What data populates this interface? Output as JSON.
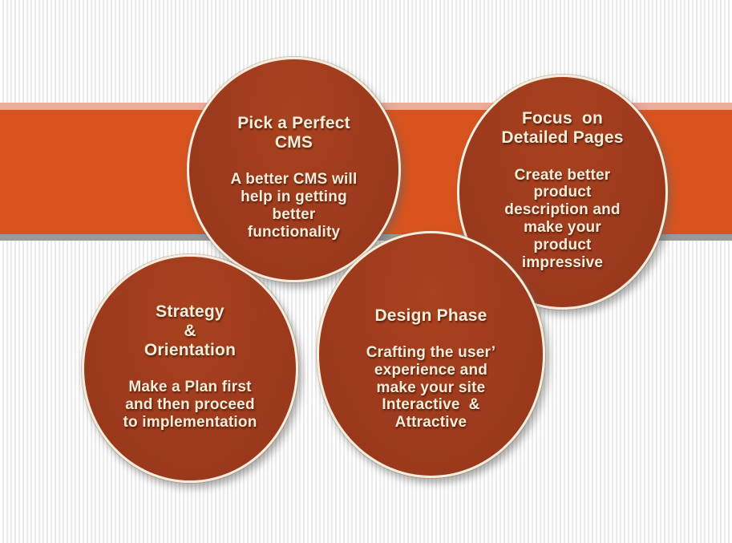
{
  "slide": {
    "type": "process-diagram",
    "topic": "Website building steps"
  },
  "colors": {
    "bubble_fill": "#9d3a1e",
    "bubble_ring": "#f6eedd",
    "band_main": "#d9531e",
    "band_top_stripe": "#ecab99",
    "band_bottom_stripe": "#9a9a9a",
    "background_stripe_white": "#ffffff",
    "background_stripe_gray": "#ebebeb",
    "text": "#f6edd9"
  },
  "bubbles": [
    {
      "id": "pick-a-perfect-cms",
      "title": "Pick a Perfect\nCMS",
      "body": "A better CMS will\nhelp in getting\nbetter\nfunctionality"
    },
    {
      "id": "focus-on-detailed-pages",
      "title": "Focus  on\nDetailed Pages",
      "body": "Create better\nproduct\ndescription and\nmake your\nproduct\nimpressive"
    },
    {
      "id": "strategy-orientation",
      "title": "Strategy\n&\nOrientation",
      "body": "Make a Plan first\nand then proceed\nto implementation"
    },
    {
      "id": "design-phase",
      "title": "Design Phase",
      "body": "Crafting the user’\nexperience and\nmake your site\nInteractive  &\nAttractive"
    }
  ]
}
